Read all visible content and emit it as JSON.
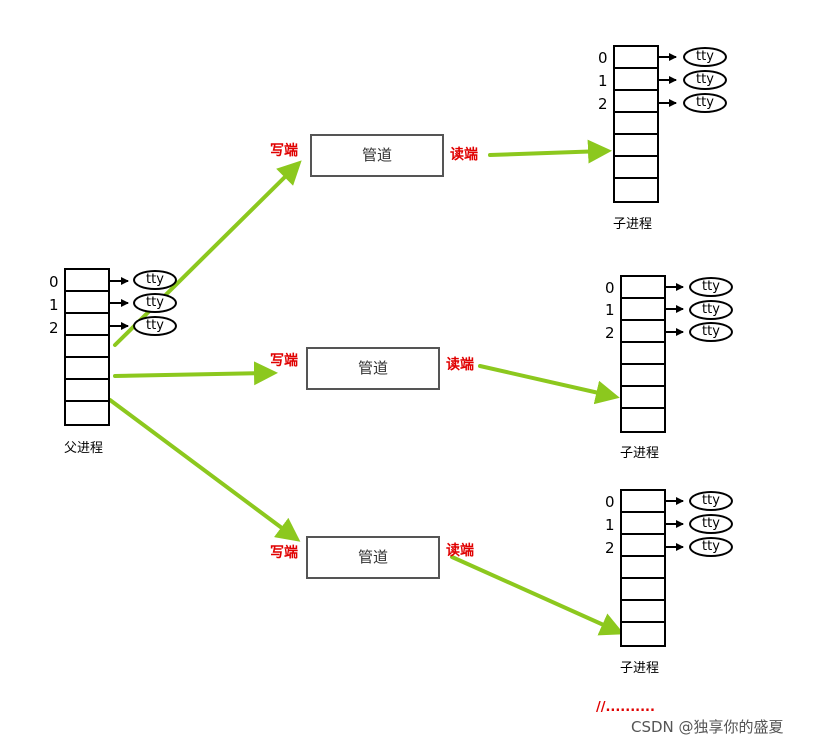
{
  "parent": {
    "label": "父进程",
    "fds": [
      "0",
      "1",
      "2"
    ],
    "tty": [
      "tty",
      "tty",
      "tty"
    ]
  },
  "children": [
    {
      "label": "子进程",
      "fds": [
        "0",
        "1",
        "2"
      ],
      "tty": [
        "tty",
        "tty",
        "tty"
      ]
    },
    {
      "label": "子进程",
      "fds": [
        "0",
        "1",
        "2"
      ],
      "tty": [
        "tty",
        "tty",
        "tty"
      ]
    },
    {
      "label": "子进程",
      "fds": [
        "0",
        "1",
        "2"
      ],
      "tty": [
        "tty",
        "tty",
        "tty"
      ]
    }
  ],
  "pipes": [
    {
      "label": "管道",
      "write_label": "写端",
      "read_label": "读端"
    },
    {
      "label": "管道",
      "write_label": "写端",
      "read_label": "读端"
    },
    {
      "label": "管道",
      "write_label": "写端",
      "read_label": "读端"
    }
  ],
  "note": "//..........",
  "watermark": "CSDN @独享你的盛夏",
  "colors": {
    "arrow": "#8cc81e",
    "end_label": "#e00000",
    "border": "#000000"
  }
}
